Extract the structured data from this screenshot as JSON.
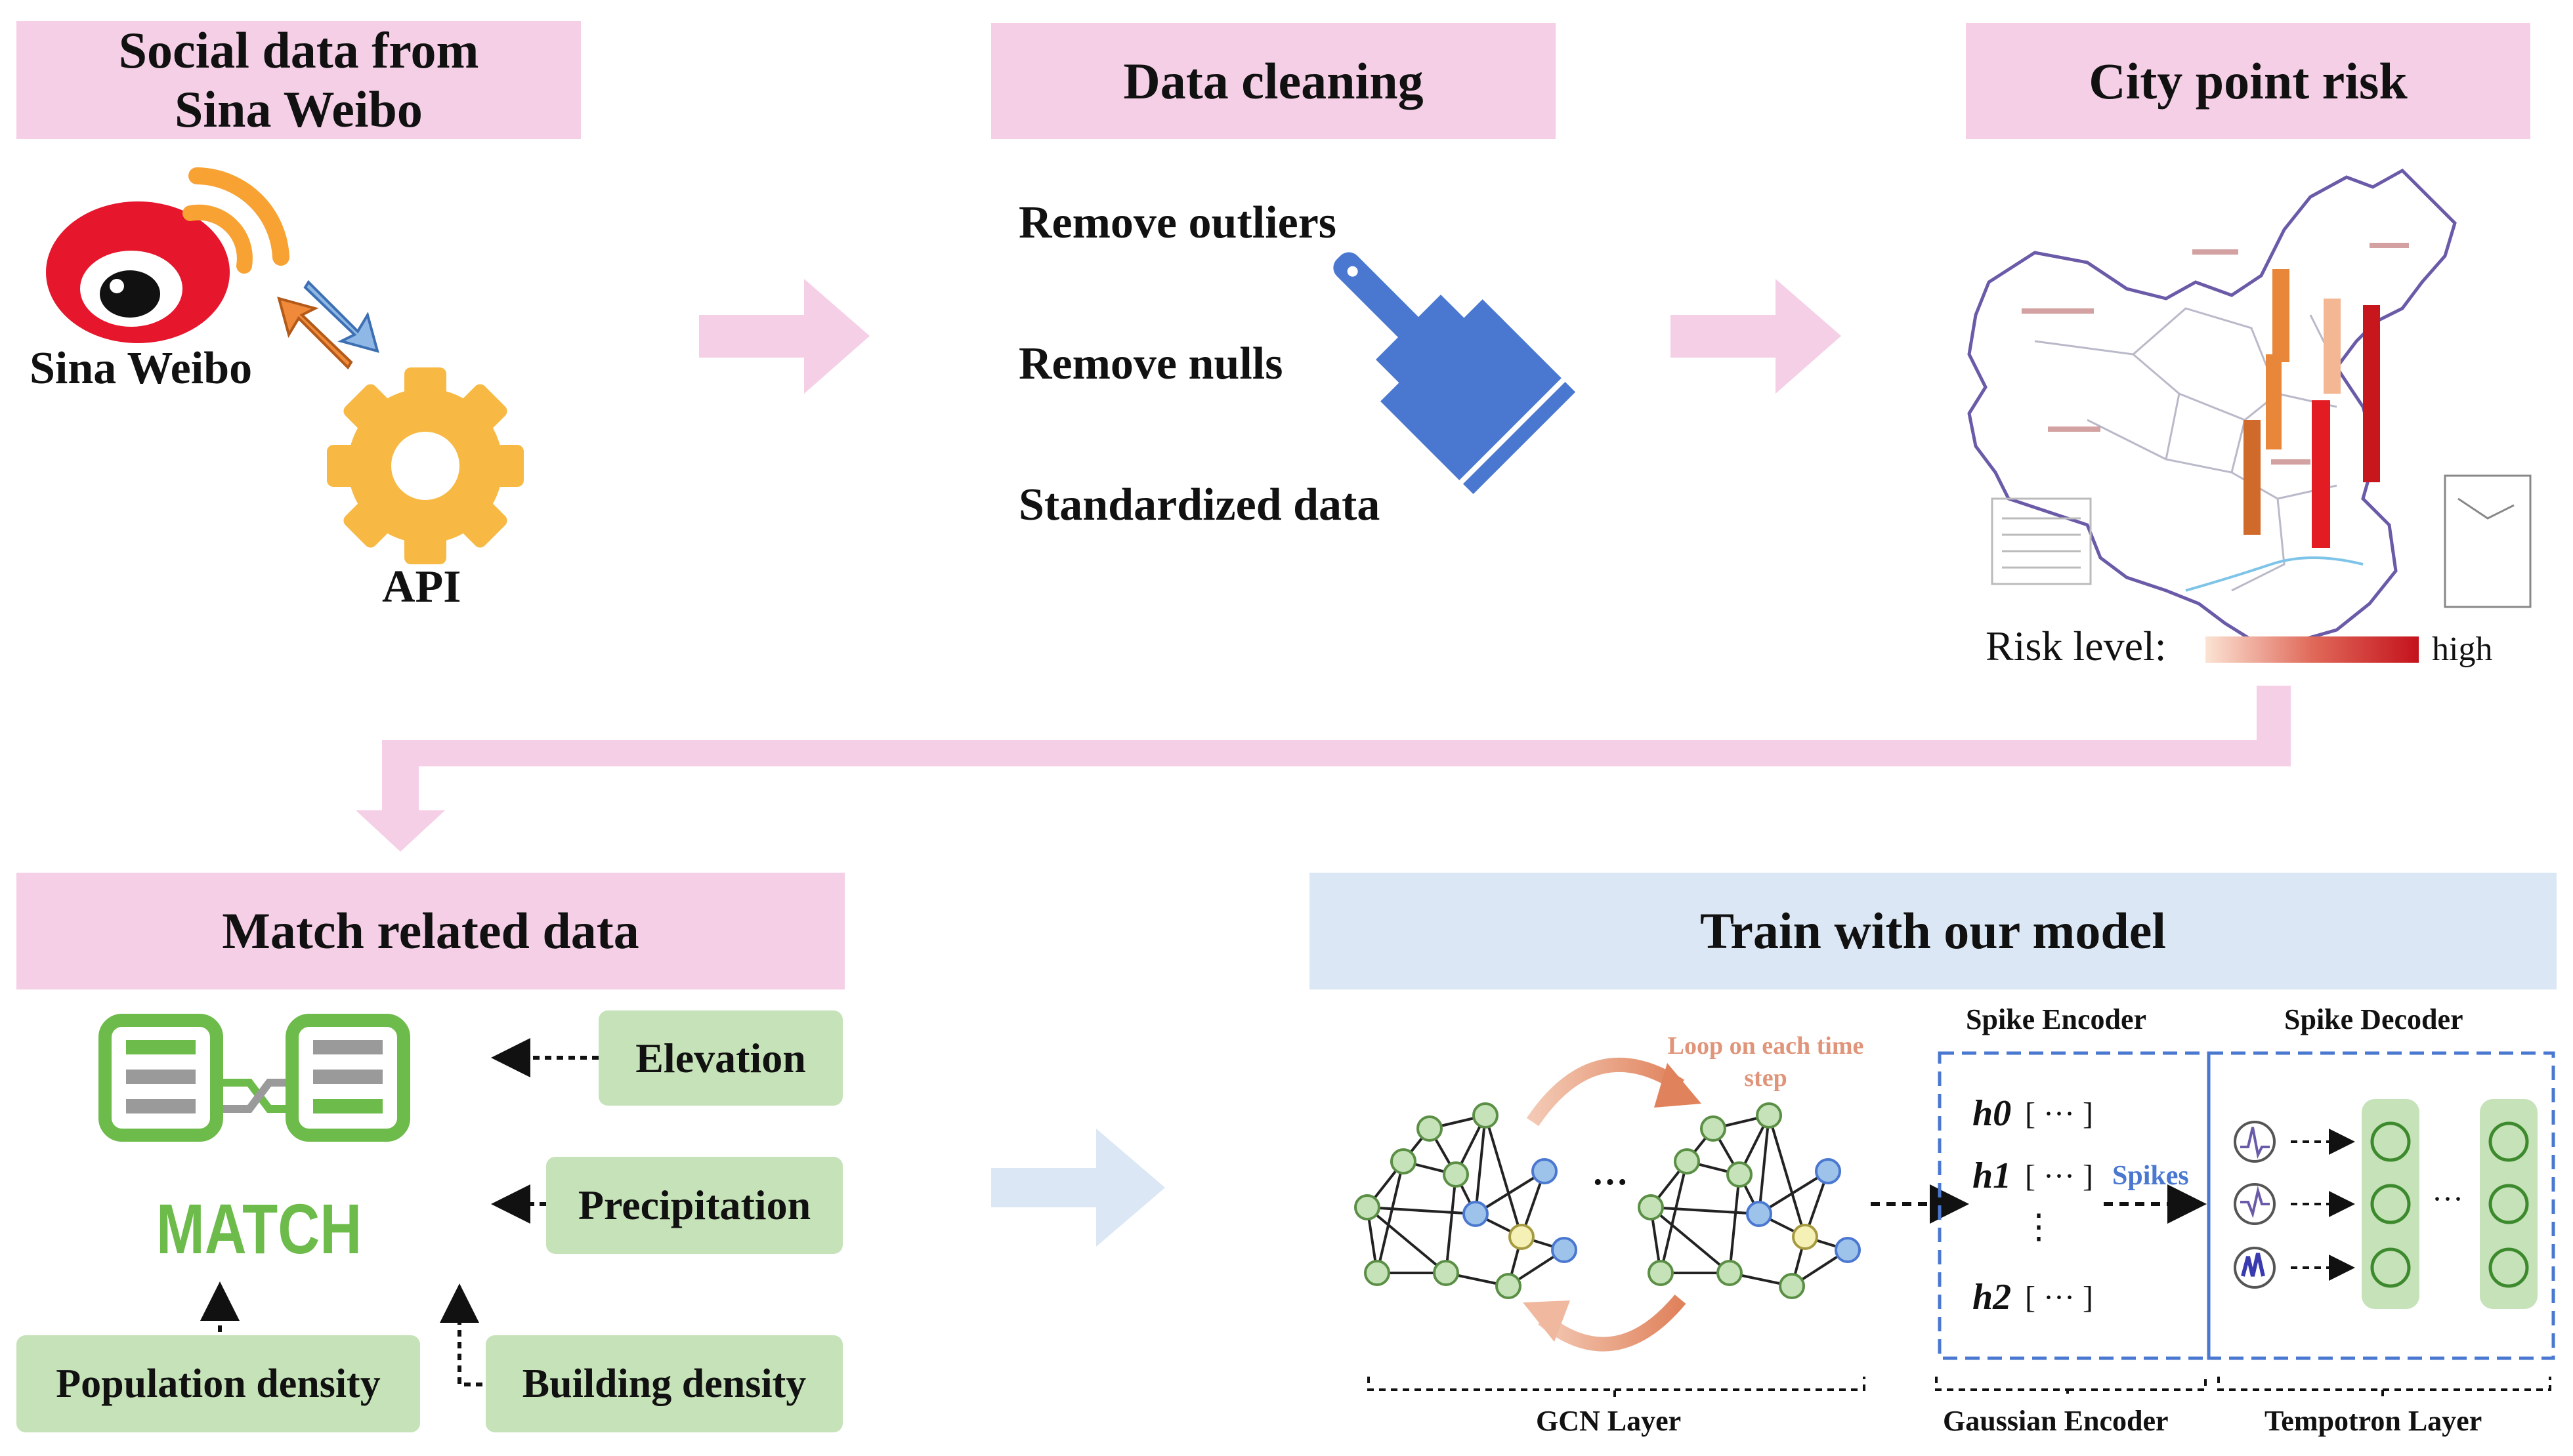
{
  "headers": {
    "social": "Social data from Sina Weibo",
    "cleaning": "Data cleaning",
    "city_risk": "City point risk",
    "match": "Match related data",
    "train": "Train with our model"
  },
  "social": {
    "weibo_label": "Sina Weibo",
    "api_label": "API"
  },
  "cleaning": {
    "items": [
      "Remove outliers",
      "Remove nulls",
      "Standardized data"
    ]
  },
  "risk": {
    "level_label": "Risk level:",
    "high_label": "high"
  },
  "match": {
    "match_word": "MATCH",
    "factors": [
      "Elevation",
      "Precipitation",
      "Population density",
      "Building density"
    ]
  },
  "model": {
    "loop_label": "Loop on each time step",
    "spike_encoder": "Spike Encoder",
    "spike_decoder": "Spike Decoder",
    "spikes_label": "Spikes",
    "ellipsis": "···",
    "h_labels": [
      "h0",
      "h1",
      "h2"
    ],
    "bracket": "[ ··· ]",
    "vdots": "⋮",
    "gcn_layer": "GCN Layer",
    "gaussian_encoder": "Gaussian Encoder",
    "tempotron_layer": "Tempotron Layer"
  },
  "colors": {
    "pink_box": "#f5cfe6",
    "blue_box": "#dbe7f4",
    "green_box": "#c6e2b8",
    "match_green": "#6dbb4a",
    "encoder_blue": "#4a78d0",
    "risk_red": "#c8161d",
    "weibo_red": "#e6162d",
    "gear_yellow": "#f7b944"
  }
}
